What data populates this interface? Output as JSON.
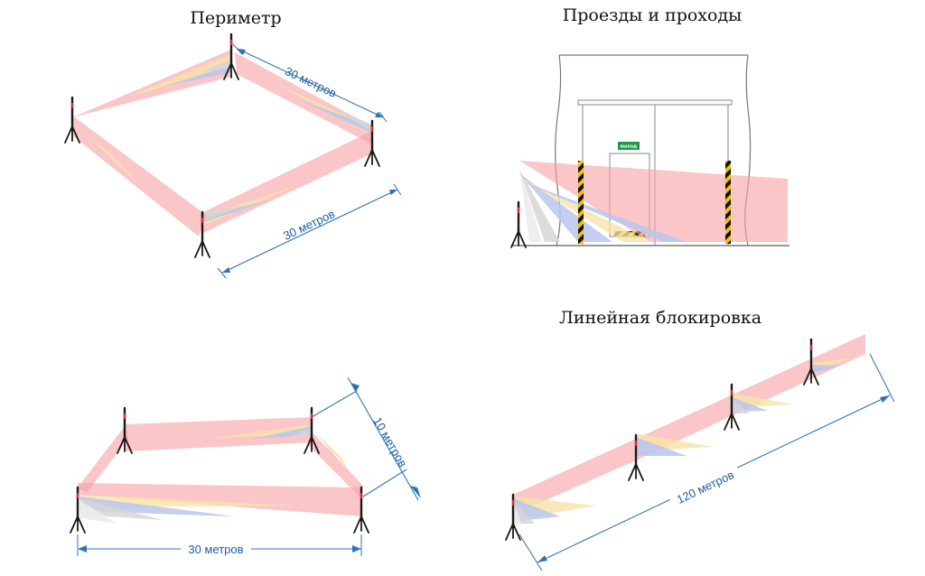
{
  "panels": {
    "perimeter": {
      "title": "Периметр",
      "dim_top": "30 метров",
      "dim_bottom": "30 метров"
    },
    "passages": {
      "title": "Проезды и проходы",
      "exit_sign": "выход"
    },
    "corridor": {
      "dim_side": "10 метров",
      "dim_bottom": "30 метров"
    },
    "linear": {
      "title": "Линейная блокировка",
      "dim_length": "120 метров"
    }
  },
  "colors": {
    "beam_red": "#f7a3a6",
    "beam_yellow": "#f7e3a6",
    "beam_blue": "#b8c6ee",
    "beam_gray": "#d6d6d6",
    "dimension_line": "#2d74b5",
    "dimension_text": "#1c5e9c",
    "hazard_yellow": "#f2c200",
    "hazard_black": "#111111",
    "exit_sign_green": "#1e9a4a"
  },
  "icons": [
    "tripod-detector-icon",
    "dimension-arrow-icon",
    "exit-sign-icon"
  ]
}
